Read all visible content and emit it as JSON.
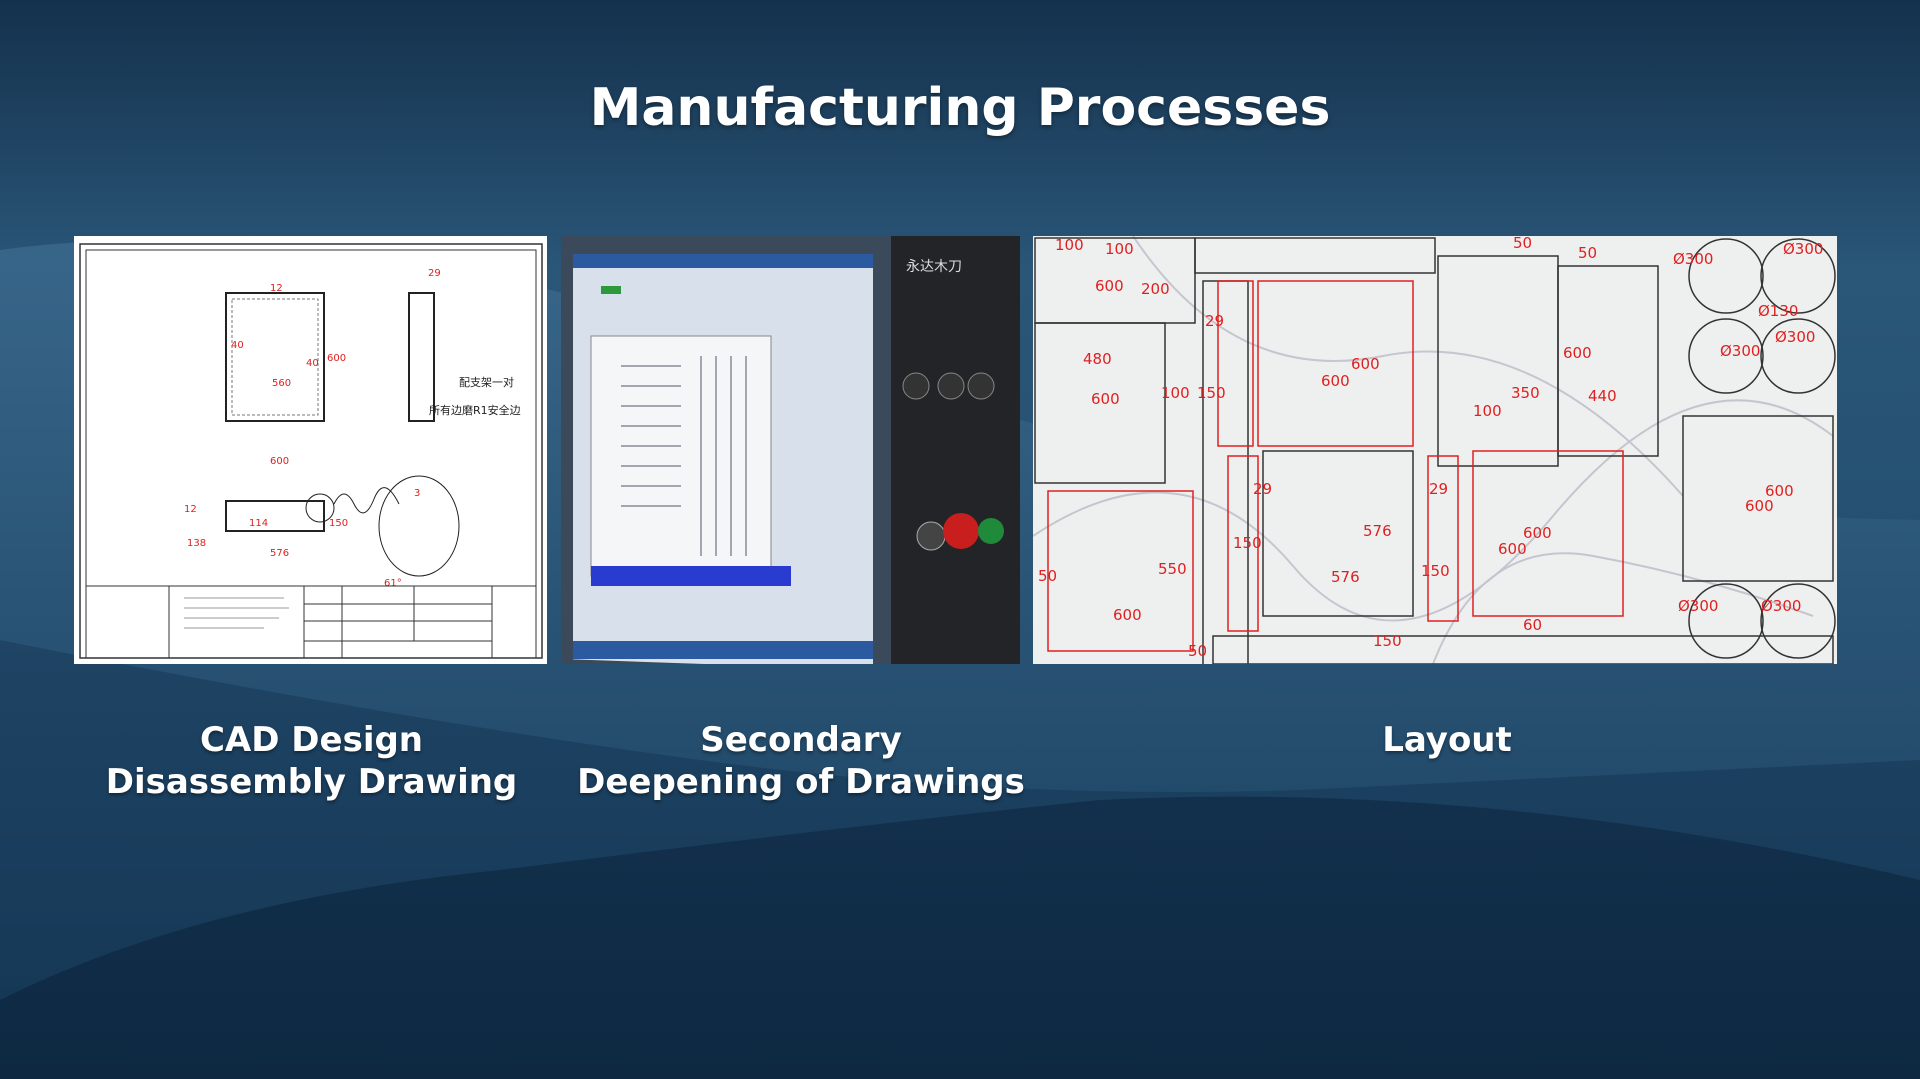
{
  "slide": {
    "title": "Manufacturing Processes",
    "colors": {
      "background": "#1d3f5e",
      "text": "#ffffff",
      "dimension_red": "#e02020"
    }
  },
  "panels": [
    {
      "image": "cad-drawing-photo",
      "caption_line1": "CAD Design",
      "caption_line2": "Disassembly Drawing"
    },
    {
      "image": "cnc-machine-screen-photo",
      "caption_line1": "Secondary",
      "caption_line2": "Deepening of Drawings"
    },
    {
      "image": "marble-slab-layout-photo",
      "caption_line1": "Layout",
      "caption_line2": ""
    }
  ]
}
